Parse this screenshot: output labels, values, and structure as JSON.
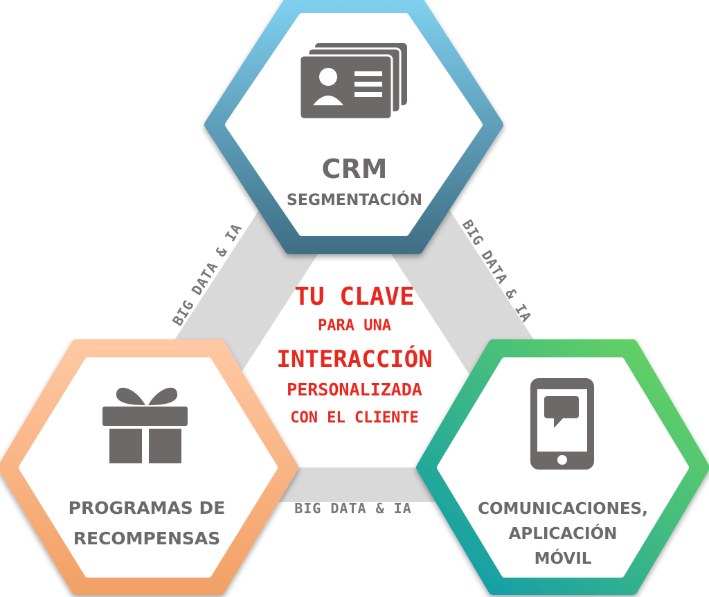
{
  "band_label": "BIG DATA & IA",
  "center": {
    "line1": "TU CLAVE",
    "line2": "PARA UNA",
    "line3": "INTERACCIÓN",
    "line4": "PERSONALIZADA",
    "line5": "CON EL CLIENTE",
    "color": "#e8281e"
  },
  "nodes": {
    "crm": {
      "title": "CRM",
      "subtitle": "SEGMENTACIÓN",
      "icon": "contact-cards-icon",
      "gradient": [
        "#7fd0ef",
        "#3f6f86"
      ]
    },
    "rewards": {
      "line1": "PROGRAMAS DE",
      "line2": "RECOMPENSAS",
      "icon": "gift-icon",
      "gradient": [
        "#ffc8a3",
        "#f2a165"
      ]
    },
    "mobile": {
      "line1": "COMUNICACIONES,",
      "line2": "APLICACIÓN",
      "line3": "MÓVIL",
      "icon": "smartphone-chat-icon",
      "gradient": [
        "#0a98b0",
        "#6fd85a"
      ]
    }
  }
}
